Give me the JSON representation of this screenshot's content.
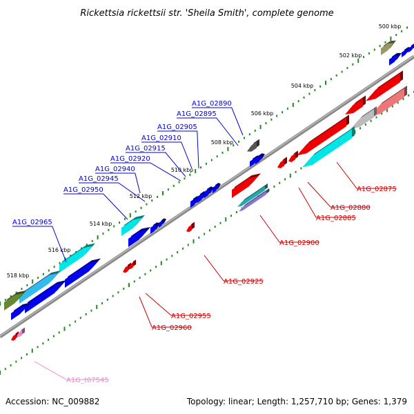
{
  "title": "Rickettsia rickettsii str. 'Sheila Smith', complete genome",
  "footer": {
    "accession": "Accession: NC_009882",
    "summary": "Topology: linear; Length: 1,257,710 bp; Genes: 1,379"
  },
  "colors": {
    "blue": "#0000ee",
    "cyan": "#00e5e5",
    "red": "#ee0000",
    "pink": "#ee7777",
    "olive": "#999966",
    "darkolive": "#668833",
    "gray": "#555555",
    "lightgray": "#bbbbbb",
    "tick": "#228822",
    "labelBlue": "#0000cc",
    "labelRed": "#cc0000",
    "labelPink": "#ee88cc"
  },
  "kbp_marks": [
    "500 kbp",
    "502 kbp",
    "504 kbp",
    "506 kbp",
    "508 kbp",
    "510 kbp",
    "512 kbp",
    "514 kbp",
    "516 kbp",
    "518 kbp"
  ],
  "upper_labels": [
    "A1G_02890",
    "A1G_02895",
    "A1G_02905",
    "A1G_02910",
    "A1G_02915",
    "A1G_02920",
    "A1G_02940",
    "A1G_02945",
    "A1G_02950",
    "A1G_02965"
  ],
  "lower_labels": [
    "A1G_02875",
    "A1G_02880",
    "A1G_02885",
    "A1G_02900",
    "A1G_02925",
    "A1G_02955",
    "A1G_02960",
    "A1G_t07545"
  ]
}
